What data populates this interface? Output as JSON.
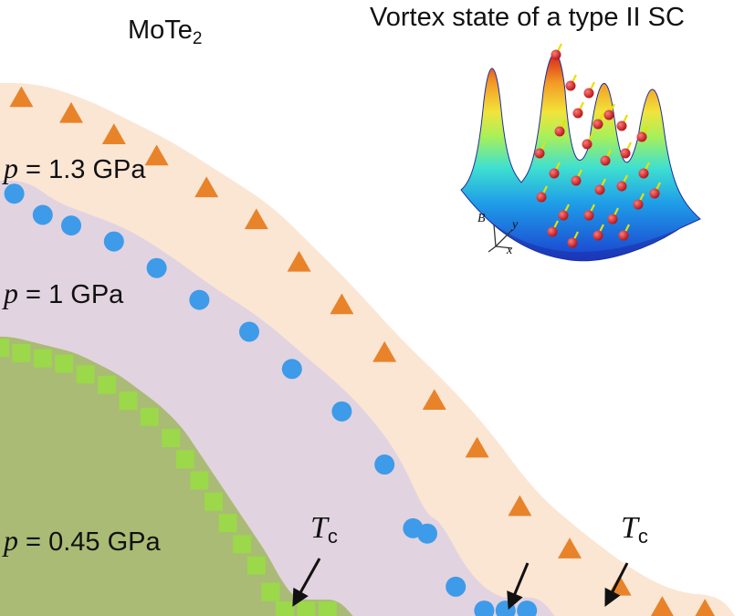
{
  "chart_data": {
    "type": "scatter",
    "title": "MoTe2",
    "title_main": "MoTe",
    "title_sub": "2",
    "inset_title": "Vortex state of a type II SC",
    "inset_axes": [
      "B",
      "y",
      "x"
    ],
    "annotation_symbol": "T",
    "annotation_subscript": "c",
    "series": [
      {
        "name": "p = 1.3 GPa",
        "pressure": "1.3",
        "unit": "GPa",
        "marker": "triangle",
        "color": "#e8832a",
        "region_color": "#fbe6d4",
        "points": [
          [
            0.03,
            0.97
          ],
          [
            0.1,
            0.94
          ],
          [
            0.16,
            0.9
          ],
          [
            0.22,
            0.86
          ],
          [
            0.29,
            0.8
          ],
          [
            0.36,
            0.74
          ],
          [
            0.42,
            0.66
          ],
          [
            0.48,
            0.58
          ],
          [
            0.54,
            0.49
          ],
          [
            0.61,
            0.4
          ],
          [
            0.67,
            0.31
          ],
          [
            0.73,
            0.2
          ],
          [
            0.8,
            0.12
          ],
          [
            0.87,
            0.05
          ],
          [
            0.93,
            0.01
          ],
          [
            0.99,
            0.005
          ]
        ]
      },
      {
        "name": "p = 1 GPa",
        "pressure": "1",
        "unit": "GPa",
        "marker": "circle",
        "color": "#3d9be9",
        "region_color": "#e2d3e0",
        "points": [
          [
            0.02,
            0.79
          ],
          [
            0.06,
            0.75
          ],
          [
            0.1,
            0.73
          ],
          [
            0.16,
            0.7
          ],
          [
            0.22,
            0.65
          ],
          [
            0.28,
            0.59
          ],
          [
            0.35,
            0.53
          ],
          [
            0.41,
            0.46
          ],
          [
            0.48,
            0.38
          ],
          [
            0.54,
            0.28
          ],
          [
            0.58,
            0.16
          ],
          [
            0.6,
            0.15
          ],
          [
            0.64,
            0.05
          ],
          [
            0.68,
            0.005
          ],
          [
            0.71,
            0.005
          ],
          [
            0.74,
            0.005
          ]
        ]
      },
      {
        "name": "p = 0.45 GPa",
        "pressure": "0.45",
        "unit": "GPa",
        "marker": "square",
        "color": "#9bd84a",
        "region_color": "#aabb75",
        "points": [
          [
            0.0,
            0.5
          ],
          [
            0.03,
            0.49
          ],
          [
            0.06,
            0.48
          ],
          [
            0.09,
            0.47
          ],
          [
            0.12,
            0.45
          ],
          [
            0.15,
            0.43
          ],
          [
            0.18,
            0.4
          ],
          [
            0.21,
            0.37
          ],
          [
            0.24,
            0.33
          ],
          [
            0.26,
            0.29
          ],
          [
            0.28,
            0.25
          ],
          [
            0.3,
            0.21
          ],
          [
            0.32,
            0.17
          ],
          [
            0.34,
            0.13
          ],
          [
            0.36,
            0.09
          ],
          [
            0.38,
            0.04
          ],
          [
            0.4,
            0.005
          ],
          [
            0.43,
            0.005
          ],
          [
            0.46,
            0.005
          ]
        ]
      }
    ]
  }
}
